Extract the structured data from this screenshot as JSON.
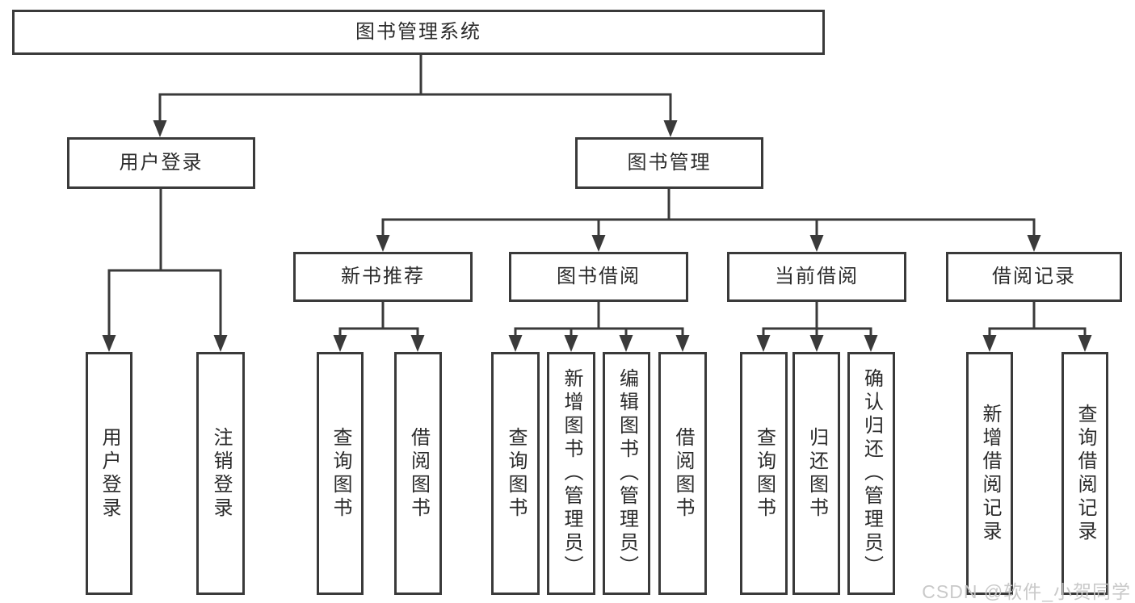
{
  "diagram": {
    "type": "tree",
    "root": {
      "label": "图书管理系统"
    },
    "level2": [
      {
        "id": "user-login",
        "label": "用户登录"
      },
      {
        "id": "book-mgmt",
        "label": "图书管理"
      }
    ],
    "level3": [
      {
        "id": "new-book-rec",
        "label": "新书推荐",
        "parent": "book-mgmt"
      },
      {
        "id": "book-borrow",
        "label": "图书借阅",
        "parent": "book-mgmt"
      },
      {
        "id": "current-borrow",
        "label": "当前借阅",
        "parent": "book-mgmt"
      },
      {
        "id": "borrow-records",
        "label": "借阅记录",
        "parent": "book-mgmt"
      }
    ],
    "leaves": [
      {
        "id": "leaf-user-login",
        "label": "用户登录",
        "parent": "user-login"
      },
      {
        "id": "leaf-logout",
        "label": "注销登录",
        "parent": "user-login"
      },
      {
        "id": "leaf-nbr-query-books",
        "label": "查询图书",
        "parent": "new-book-rec"
      },
      {
        "id": "leaf-nbr-borrow-books",
        "label": "借阅图书",
        "parent": "new-book-rec"
      },
      {
        "id": "leaf-bb-query-books",
        "label": "查询图书",
        "parent": "book-borrow"
      },
      {
        "id": "leaf-bb-add-books",
        "label": "新增图书（管理员）",
        "parent": "book-borrow"
      },
      {
        "id": "leaf-bb-edit-books",
        "label": "编辑图书（管理员）",
        "parent": "book-borrow"
      },
      {
        "id": "leaf-bb-borrow-books",
        "label": "借阅图书",
        "parent": "book-borrow"
      },
      {
        "id": "leaf-cb-query-books",
        "label": "查询图书",
        "parent": "current-borrow"
      },
      {
        "id": "leaf-cb-return-books",
        "label": "归还图书",
        "parent": "current-borrow"
      },
      {
        "id": "leaf-cb-confirm-return",
        "label": "确认归还（管理员）",
        "parent": "current-borrow"
      },
      {
        "id": "leaf-br-add-record",
        "label": "新增借阅记录",
        "parent": "borrow-records"
      },
      {
        "id": "leaf-br-query-record",
        "label": "查询借阅记录",
        "parent": "borrow-records"
      }
    ],
    "style": {
      "line_color": "#3a3a3a",
      "box_border_color": "#3a3a3a",
      "text_color": "#2b2b2b",
      "background": "#ffffff"
    }
  },
  "watermark": {
    "text": "CSDN @软件_小贺同学",
    "color": "#c6c6c6"
  }
}
